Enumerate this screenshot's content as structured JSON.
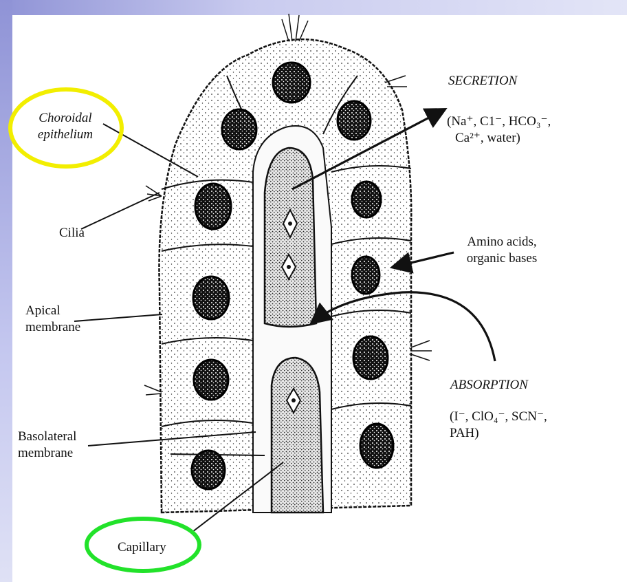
{
  "labels": {
    "choroidal_epithelium_line1": "Choroidal",
    "choroidal_epithelium_line2": "epithelium",
    "cilia": "Cilia",
    "apical_line1": "Apical",
    "apical_line2": "membrane",
    "basolateral_line1": "Basolateral",
    "basolateral_line2": "membrane",
    "capillary": "Capillary",
    "secretion_title": "SECRETION",
    "secretion_line1": "(Na⁺, C1⁻, HCO₃⁻,",
    "secretion_line2": "Ca²⁺, water)",
    "amino_line1": "Amino acids,",
    "amino_line2": "organic bases",
    "absorption_title": "ABSORPTION",
    "absorption_line1": "(I⁻, ClO₄⁻, SCN⁻,",
    "absorption_line2": "PAH)"
  },
  "highlights": {
    "choroidal_epithelium_ring_color": "#f2ee00",
    "capillary_ring_color": "#22e22a"
  },
  "colors": {
    "ink": "#111111",
    "frame_gradient": "#8f93d6"
  }
}
